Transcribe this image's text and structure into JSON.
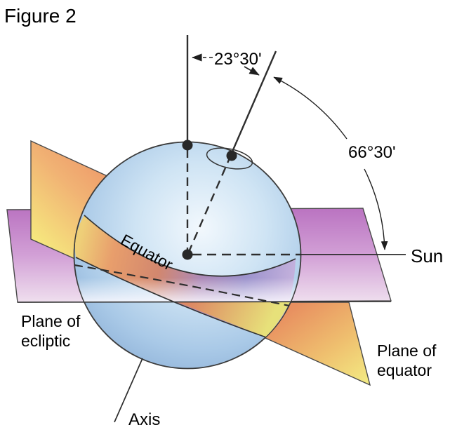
{
  "figure_title": "Figure 2",
  "diagram": {
    "tilt_angle_label": "23°30'",
    "obliquity_angle_label": "66°30'",
    "sun_label": "Sun",
    "equator_label": "Equator",
    "ecliptic_plane_label_line1": "Plane of",
    "ecliptic_plane_label_line2": "ecliptic",
    "equator_plane_label_line1": "Plane of",
    "equator_plane_label_line2": "equator",
    "axis_label": "Axis"
  },
  "colors": {
    "sphere_blue_edge": "#8aaed6",
    "sphere_blue_highlight": "#f0f7fd",
    "ecliptic_plane_purple_top": "#bb74c2",
    "ecliptic_plane_purple_bottom": "#eedcee",
    "equator_plane_salmon": "#ee9468",
    "equator_plane_yellow": "#f5e87e",
    "equator_band_purple": "#9c93cd",
    "line_color": "#2e2e2e"
  }
}
